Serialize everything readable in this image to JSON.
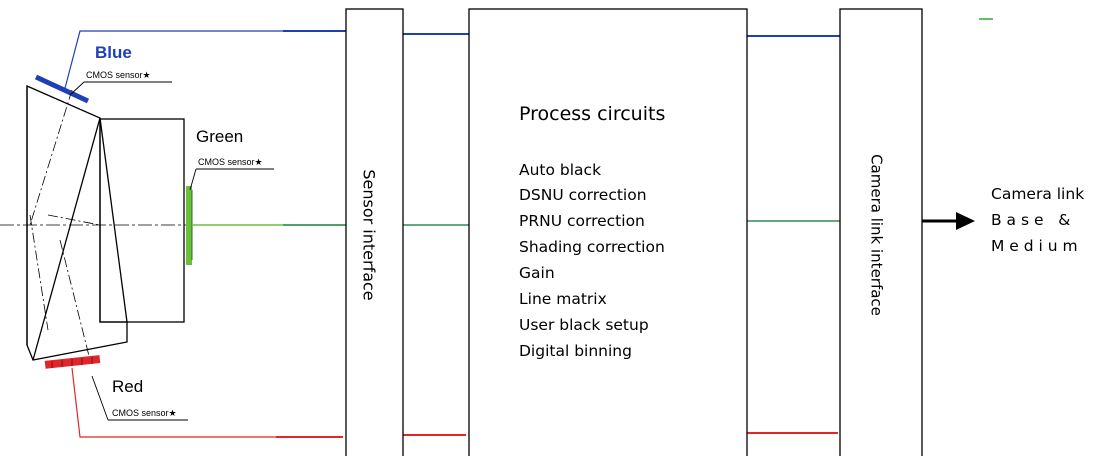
{
  "sensors": {
    "blue": {
      "label": "Blue",
      "sublabel": "CMOS sensor★",
      "color": "#1f3fb5"
    },
    "green": {
      "label": "Green",
      "sublabel": "CMOS sensor★",
      "color": "#6bbf3a"
    },
    "red": {
      "label": "Red",
      "sublabel": "CMOS sensor★",
      "color": "#e0262b"
    }
  },
  "blocks": {
    "sensor_interface": "Sensor interface",
    "process": {
      "title": "Process circuits",
      "items": [
        "Auto black",
        "DSNU correction",
        "PRNU correction",
        "Shading correction",
        "Gain",
        "Line matrix",
        "User black setup",
        "Digital binning"
      ]
    },
    "camera_link_interface": "Camera link interface"
  },
  "output": {
    "line1": "Camera link",
    "line2": "B a s e   &",
    "line3": "M e d i u m"
  },
  "colors": {
    "blue_line": "#1f3fb5",
    "green_line": "#2e8b57",
    "red_line": "#e0262b",
    "box_stroke": "#000000"
  }
}
